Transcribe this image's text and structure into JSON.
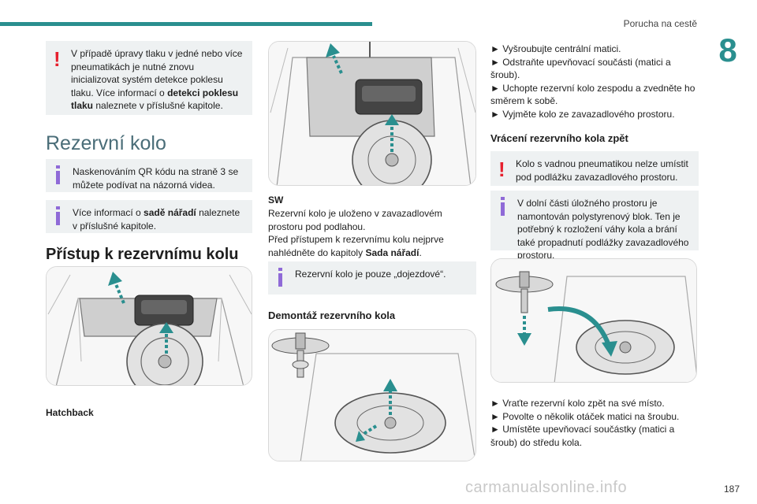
{
  "header": {
    "title": "Porucha na cestě",
    "chapter": "8"
  },
  "col1": {
    "warn_note": {
      "text_before": "V případě úpravy tlaku v jedné nebo více pneumatikách je nutné znovu inicializovat systém detekce poklesu tlaku.",
      "text_more": "Více informací o ",
      "bold": "detekci poklesu tlaku",
      "text_after": " naleznete v příslušné kapitole."
    },
    "section_title": "Rezervní kolo",
    "info_qr": "Naskenováním QR kódu na straně 3 se můžete podívat na názorná videa.",
    "info_tools": {
      "before": "Více informací o ",
      "bold": "sadě nářadí",
      "after": " naleznete v příslušné kapitole."
    },
    "subsection_title": "Přístup k rezervnímu kolu",
    "figure_caption": "Hatchback"
  },
  "col2": {
    "sw_label": "SW",
    "sw_text1": "Rezervní kolo je uloženo v zavazadlovém prostoru pod podlahou.",
    "sw_text2_before": "Před přístupem k rezervnímu kolu nejprve nahlédněte do kapitoly ",
    "sw_text2_bold": "Sada nářadí",
    "sw_text2_after": ".",
    "info_dojezd": "Rezervní kolo je pouze „dojezdové“.",
    "removal_title": "Demontáž rezervního kola"
  },
  "col3": {
    "steps_top": [
      "► Vyšroubujte centrální matici.",
      "► Odstraňte upevňovací součásti (matici a šroub).",
      "► Uchopte rezervní kolo zespodu a zvedněte ho směrem k sobě.",
      "► Vyjměte kolo ze zavazadlového prostoru."
    ],
    "return_title": "Vrácení rezervního kola zpět",
    "warn_note": "Kolo s vadnou pneumatikou nelze umístit pod podlážku zavazadlového prostoru.",
    "info_note": "V dolní části úložného prostoru je namontován polystyrenový blok. Ten je potřebný k rozložení váhy kola a brání také propadnutí podlážky zavazadlového prostoru.",
    "steps_bottom": [
      "► Vraťte rezervní kolo zpět na své místo.",
      "► Povolte o několik otáček matici na šroubu.",
      "► Umístěte upevňovací součástky (matici a šroub) do středu kola."
    ]
  },
  "footer": {
    "page_number": "187",
    "watermark": "carmanualsonline.info"
  },
  "colors": {
    "accent": "#2a8f8f",
    "warning": "#e6202e",
    "info": "#8f6ad7",
    "note_bg": "#eef1f2",
    "arrow": "#2a8f8f"
  }
}
